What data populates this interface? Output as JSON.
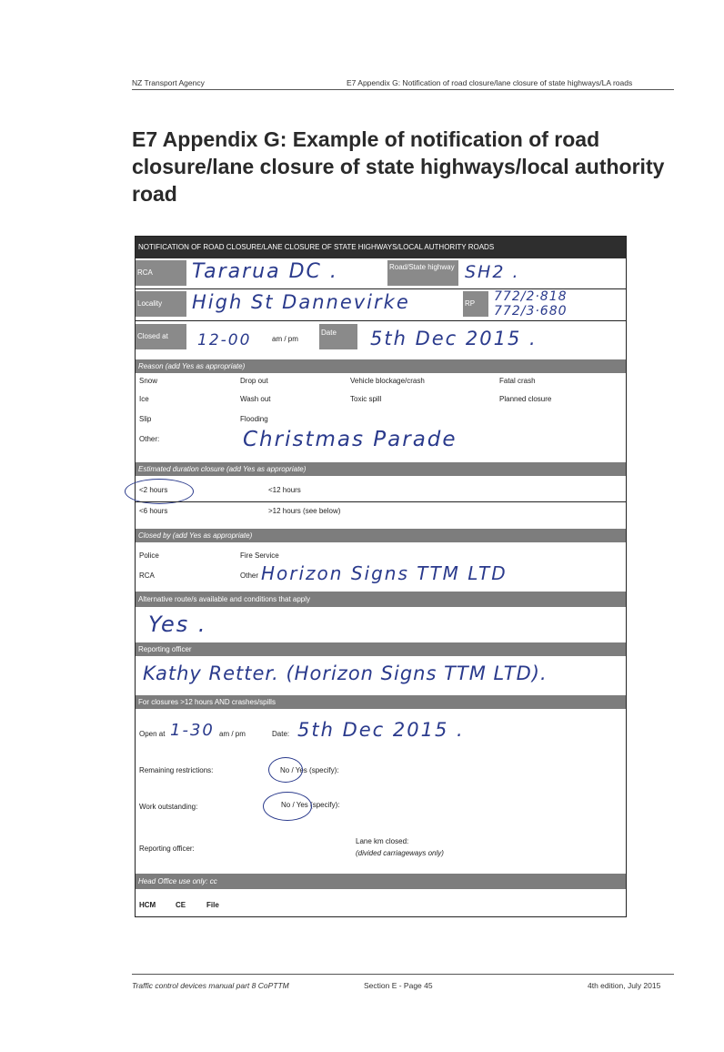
{
  "header": {
    "left": "NZ Transport Agency",
    "right": "E7 Appendix G: Notification of road closure/lane closure of state highways/LA roads"
  },
  "title": "E7 Appendix G: Example of notification of road closure/lane closure of state highways/local authority road",
  "form": {
    "heading": "NOTIFICATION OF ROAD CLOSURE/LANE CLOSURE OF STATE HIGHWAYS/LOCAL AUTHORITY ROADS",
    "rca_label": "RCA",
    "rca_value": "Tararua DC .",
    "road_label": "Road/State highway",
    "road_value": "SH2 .",
    "locality_label": "Locality",
    "locality_value": "High St Dannevirke",
    "rp_label": "RP",
    "rp_value_1": "772/2·818",
    "rp_value_2": "772/3·680",
    "closed_label": "Closed at",
    "closed_value": "12-00",
    "ampm": "am / pm",
    "date_label": "Date",
    "date_value": "5th Dec 2015 .",
    "reason_heading": "Reason (add Yes as appropriate)",
    "reasons": {
      "snow": "Snow",
      "dropout": "Drop out",
      "vehicle": "Vehicle blockage/crash",
      "fatal": "Fatal crash",
      "ice": "Ice",
      "washout": "Wash out",
      "toxic": "Toxic spill",
      "planned": "Planned closure",
      "slip": "Slip",
      "flooding": "Flooding"
    },
    "other_label": "Other:",
    "other_value": "Christmas Parade",
    "duration_heading": "Estimated duration closure (add Yes as appropriate)",
    "dur_lt2": "<2 hours",
    "dur_lt12": "<12 hours",
    "dur_lt6": "<6 hours",
    "dur_gt12": ">12 hours (see below)",
    "closedby_heading": "Closed by (add Yes as appropriate)",
    "police": "Police",
    "fire": "Fire Service",
    "rca2": "RCA",
    "other2": "Other",
    "other2_value": "Horizon Signs TTM LTD",
    "alt_heading": "Alternative route/s available and conditions that apply",
    "alt_value": "Yes .",
    "officer_heading": "Reporting officer",
    "officer_value": "Kathy Retter. (Horizon Signs TTM LTD).",
    "closures_heading": "For closures >12 hours AND crashes/spills",
    "open_label": "Open at",
    "open_value": "1-30",
    "open_ampm": "am / pm",
    "date2_label": "Date:",
    "date2_value": "5th Dec 2015 .",
    "remaining_label": "Remaining restrictions:",
    "remaining_value": "No / Yes (specify):",
    "work_label": "Work outstanding:",
    "work_value": "No / Yes (specify):",
    "officer2_label": "Reporting officer:",
    "lanekm_label": "Lane km closed:",
    "lanekm_note": "(divided carriageways only)",
    "headoffice_heading": "Head Office use only: cc",
    "hcm": "HCM",
    "ce": "CE",
    "file": "File"
  },
  "footer": {
    "left": "Traffic control devices manual part 8 CoPTTM",
    "center": "Section E - Page 45",
    "right": "4th edition, July 2015"
  }
}
